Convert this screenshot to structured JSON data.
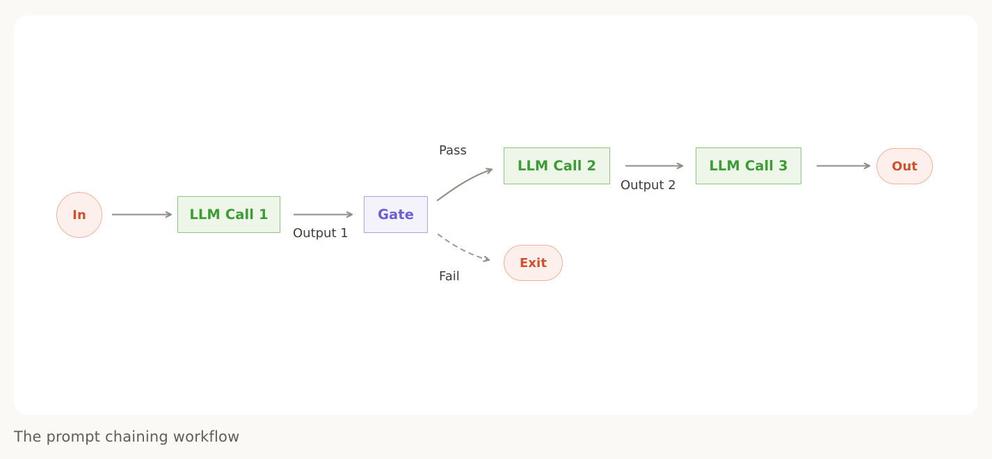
{
  "page": {
    "background_color": "#faf9f5",
    "card_color": "#ffffff"
  },
  "caption": "The prompt chaining workflow",
  "diagram": {
    "type": "flowchart",
    "title": "The prompt chaining workflow",
    "palette": {
      "llm_fill": "#eef6ea",
      "llm_border": "#8cc47f",
      "llm_text": "#3e9c34",
      "gate_fill": "#f4f3fb",
      "gate_border": "#a9a3de",
      "gate_text": "#6b5fd6",
      "terminal_fill": "#fdf0ec",
      "terminal_border": "#f0b09b",
      "terminal_text": "#cf502c",
      "edge": "#8e8e88",
      "label_text": "#3d3d3a",
      "caption_text": "#5f5e59"
    },
    "nodes": [
      {
        "id": "in",
        "label": "In",
        "shape": "circle",
        "kind": "terminal"
      },
      {
        "id": "llm1",
        "label": "LLM Call 1",
        "shape": "rect",
        "kind": "llm"
      },
      {
        "id": "gate",
        "label": "Gate",
        "shape": "rect",
        "kind": "gate"
      },
      {
        "id": "llm2",
        "label": "LLM Call 2",
        "shape": "rect",
        "kind": "llm"
      },
      {
        "id": "llm3",
        "label": "LLM Call 3",
        "shape": "rect",
        "kind": "llm"
      },
      {
        "id": "out",
        "label": "Out",
        "shape": "pill",
        "kind": "terminal"
      },
      {
        "id": "exit",
        "label": "Exit",
        "shape": "pill",
        "kind": "terminal"
      }
    ],
    "edges": [
      {
        "id": "in-llm1",
        "from": "in",
        "to": "llm1",
        "label": "",
        "style": "solid"
      },
      {
        "id": "llm1-gate",
        "from": "llm1",
        "to": "gate",
        "label": "Output 1",
        "style": "solid"
      },
      {
        "id": "gate-llm2",
        "from": "gate",
        "to": "llm2",
        "label": "Pass",
        "style": "solid"
      },
      {
        "id": "gate-exit",
        "from": "gate",
        "to": "exit",
        "label": "Fail",
        "style": "dashed"
      },
      {
        "id": "llm2-llm3",
        "from": "llm2",
        "to": "llm3",
        "label": "Output 2",
        "style": "solid"
      },
      {
        "id": "llm3-out",
        "from": "llm3",
        "to": "out",
        "label": "",
        "style": "solid"
      }
    ]
  }
}
